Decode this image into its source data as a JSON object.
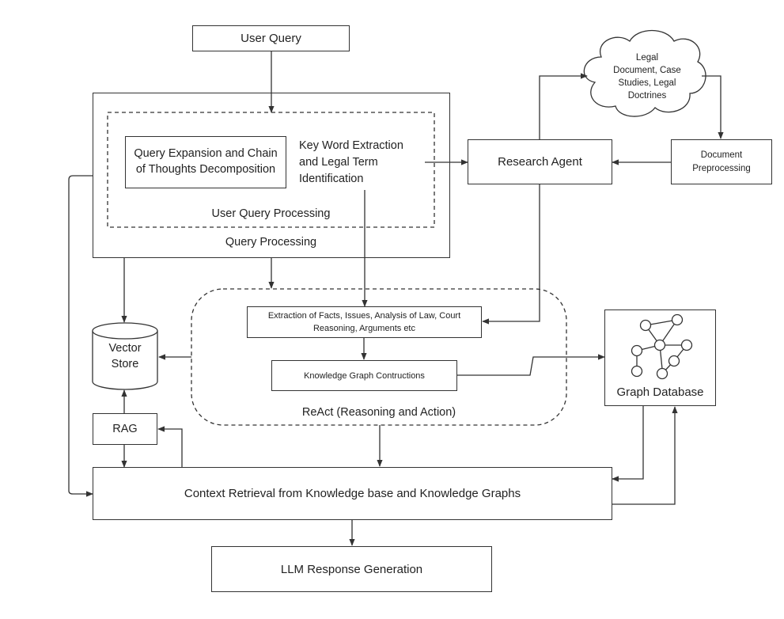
{
  "nodes": {
    "user_query": "User Query",
    "query_expansion": "Query Expansion and Chain\nof Thoughts Decomposition",
    "keyword_extraction": "Key Word Extraction\nand Legal Term\nIdentification",
    "user_query_processing": "User Query Processing",
    "query_processing": "Query Processing",
    "research_agent": "Research Agent",
    "legal_sources": "Legal\nDocument, Case\nStudies, Legal\nDoctrines",
    "document_preprocessing": "Document\nPreprocessing",
    "vector_store": "Vector\nStore",
    "extraction_facts": "Extraction of Facts, Issues, Analysis of Law, Court\nReasoning, Arguments etc",
    "kg_construction": "Knowledge Graph Contructions",
    "react": "ReAct (Reasoning and Action)",
    "graph_database": "Graph Database",
    "rag": "RAG",
    "context_retrieval": "Context Retrieval from Knowledge base and Knowledge Graphs",
    "llm_response": "LLM Response Generation"
  }
}
